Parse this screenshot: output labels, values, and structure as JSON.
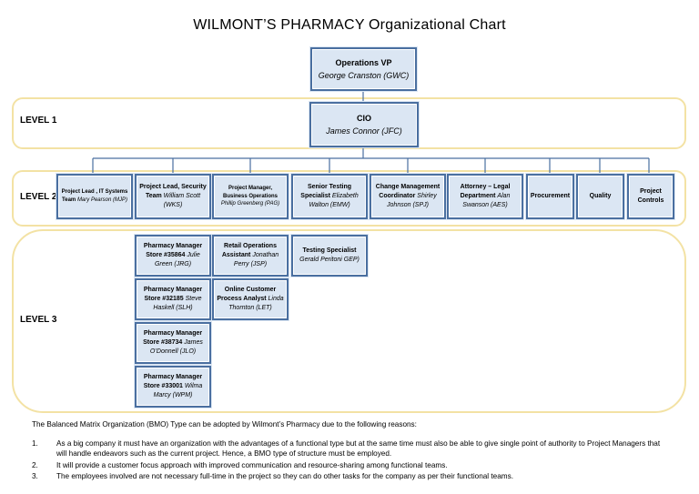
{
  "title": "WILMONT’S PHARMACY Organizational  Chart",
  "levels": {
    "level1": "LEVEL 1",
    "level2": "LEVEL 2",
    "level3": "LEVEL 3"
  },
  "top": {
    "title": "Operations VP",
    "person": "George Cranston (GWC)"
  },
  "cio": {
    "title": "CIO",
    "person": "James Connor (JFC)"
  },
  "level2_boxes": [
    {
      "title": "Project Lead , IT Systems Team",
      "person": "Mary Pearson (MJP)"
    },
    {
      "title": "Project Lead, Security Team",
      "person": "William Scott (WKS)"
    },
    {
      "title": "Project Manager, Business Operations",
      "person": "Phillip Greenberg (PAG)"
    },
    {
      "title": "Senior Testing Specialist",
      "person": "Elizabeth Walton (EMW)"
    },
    {
      "title": "Change Management Coordinator",
      "person": "Shirley Johnson (SPJ)"
    },
    {
      "title": "Attorney – Legal Department",
      "person": "Alan Swanson (AES)"
    },
    {
      "title": "Procurement",
      "person": ""
    },
    {
      "title": "Quality",
      "person": ""
    },
    {
      "title": "Project Controls",
      "person": ""
    }
  ],
  "level3": {
    "security_column": [
      {
        "title": "Pharmacy Manager Store #35864",
        "person": "Julie Green (JRG)"
      },
      {
        "title": "Pharmacy Manager Store #32185",
        "person": "Steve Haskell (SLH)"
      },
      {
        "title": "Pharmacy Manager Store #38734",
        "person": "James O’Donnell (JLO)"
      },
      {
        "title": "Pharmacy Manager Store #33001",
        "person": "Wilma Marcy (WPM)"
      }
    ],
    "business_column": [
      {
        "title": "Retail Operations Assistant",
        "person": "Jonathan Perry (JSP)"
      },
      {
        "title": "Online Customer Process Analyst",
        "person": "Linda Thornton (LET)"
      }
    ],
    "testing_column": [
      {
        "title": "Testing Specialist",
        "person": "Gerald Peritoni GEP)"
      }
    ]
  },
  "notes": {
    "intro": "The Balanced Matrix Organization (BMO) Type can be adopted by Wilmont’s Pharmacy due to the following reasons:",
    "items": [
      {
        "num": "1.",
        "text": "As a big company it must have an organization with the advantages of a functional type but at the same time must also be able to give single point of authority to Project Managers that will handle endeavors such as the current project. Hence, a BMO type of structure must be employed."
      },
      {
        "num": "2.",
        "text": "It will provide a customer focus approach with improved communication and resource-sharing among functional teams."
      },
      {
        "num": "3.",
        "text": "The employees involved are not necessary full-time in the project so they can do other tasks for the company as per their functional teams."
      }
    ]
  },
  "colors": {
    "box_fill": "#dbe6f3",
    "box_border": "#4a6fa0",
    "band_border": "#f3e2a4"
  }
}
